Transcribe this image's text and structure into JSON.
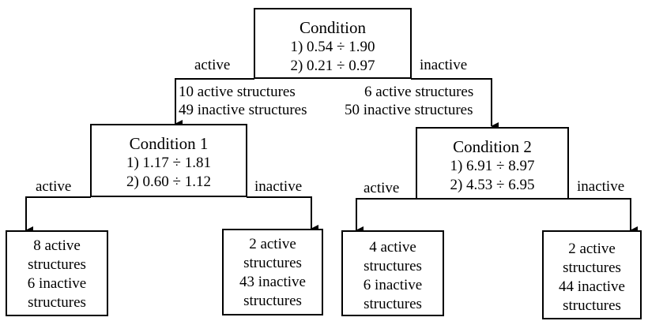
{
  "root": {
    "title": "Condition",
    "range1": "1) 0.54 ÷ 1.90",
    "range2": "2) 0.21 ÷ 0.97",
    "active_label": "active",
    "inactive_label": "inactive",
    "left_counts": [
      "10 active structures",
      "49 inactive structures"
    ],
    "right_counts": [
      "6 active structures",
      "50 inactive structures"
    ]
  },
  "condition1": {
    "title": "Condition 1",
    "range1": "1) 1.17 ÷ 1.81",
    "range2": "2) 0.60 ÷ 1.12",
    "active_label": "active",
    "inactive_label": "inactive"
  },
  "condition2": {
    "title": "Condition 2",
    "range1": "1) 6.91 ÷ 8.97",
    "range2": "2) 4.53 ÷ 6.95",
    "active_label": "active",
    "inactive_label": "inactive"
  },
  "leaves": [
    [
      "8 active",
      "structures",
      "6 inactive",
      "structures"
    ],
    [
      "2 active",
      "structures",
      "43 inactive",
      "structures"
    ],
    [
      "4 active",
      "structures",
      "6 inactive",
      "structures"
    ],
    [
      "2 active",
      "structures",
      "44 inactive",
      "structures"
    ]
  ]
}
